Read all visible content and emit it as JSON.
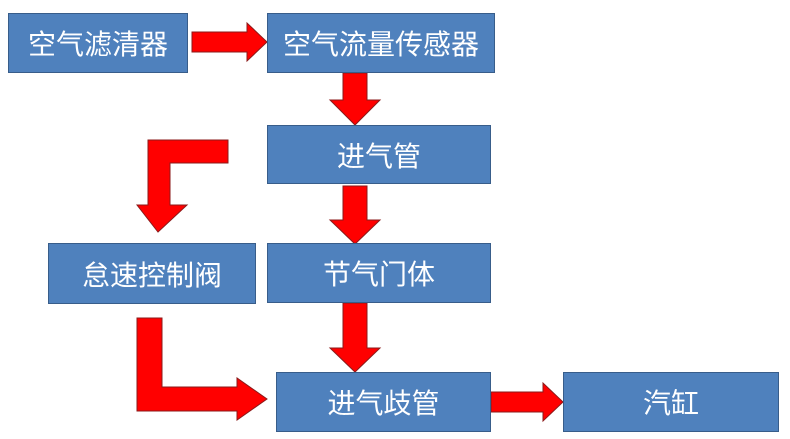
{
  "colors": {
    "box_fill": "#4f81bd",
    "box_border": "#385d8a",
    "box_text": "#ffffff",
    "arrow_fill": "#ff0000",
    "arrow_border": "#8b1a1a"
  },
  "nodes": {
    "air_filter": "空气滤清器",
    "air_flow_sensor": "空气流量传感器",
    "intake_pipe": "进气管",
    "throttle_body": "节气门体",
    "idle_control_valve": "怠速控制阀",
    "intake_manifold": "进气歧管",
    "cylinder": "汽缸"
  },
  "edges": [
    {
      "from": "air_filter",
      "to": "air_flow_sensor"
    },
    {
      "from": "air_flow_sensor",
      "to": "intake_pipe"
    },
    {
      "from": "intake_pipe",
      "to": "throttle_body"
    },
    {
      "from": "intake_pipe",
      "to": "idle_control_valve"
    },
    {
      "from": "throttle_body",
      "to": "intake_manifold"
    },
    {
      "from": "idle_control_valve",
      "to": "intake_manifold"
    },
    {
      "from": "intake_manifold",
      "to": "cylinder"
    }
  ]
}
